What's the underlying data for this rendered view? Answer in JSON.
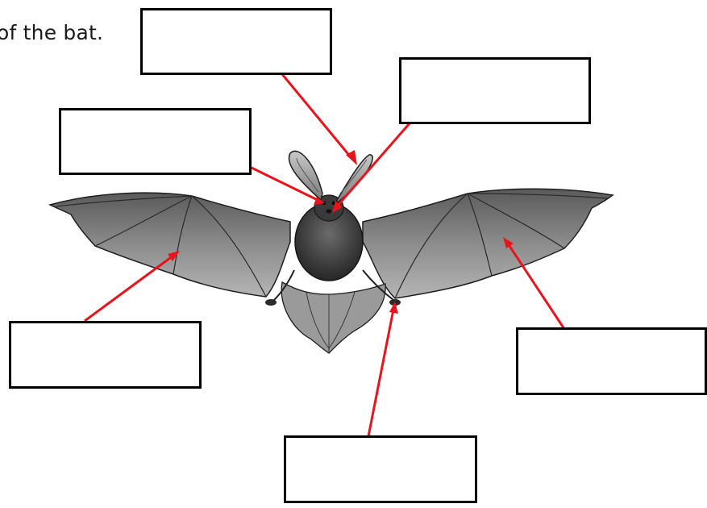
{
  "worksheet": {
    "instruction_fragment": "of the bat."
  },
  "label_boxes": [
    {
      "part": "ear",
      "answer": ""
    },
    {
      "part": "nose",
      "answer": ""
    },
    {
      "part": "eye",
      "answer": ""
    },
    {
      "part": "wing-membrane-left",
      "answer": ""
    },
    {
      "part": "wing-membrane-right",
      "answer": ""
    },
    {
      "part": "hind-foot-claws",
      "answer": ""
    }
  ],
  "colors": {
    "pointer_lines": "#e8141c",
    "box_border": "#000000",
    "illustration": "#2a2a2a"
  }
}
